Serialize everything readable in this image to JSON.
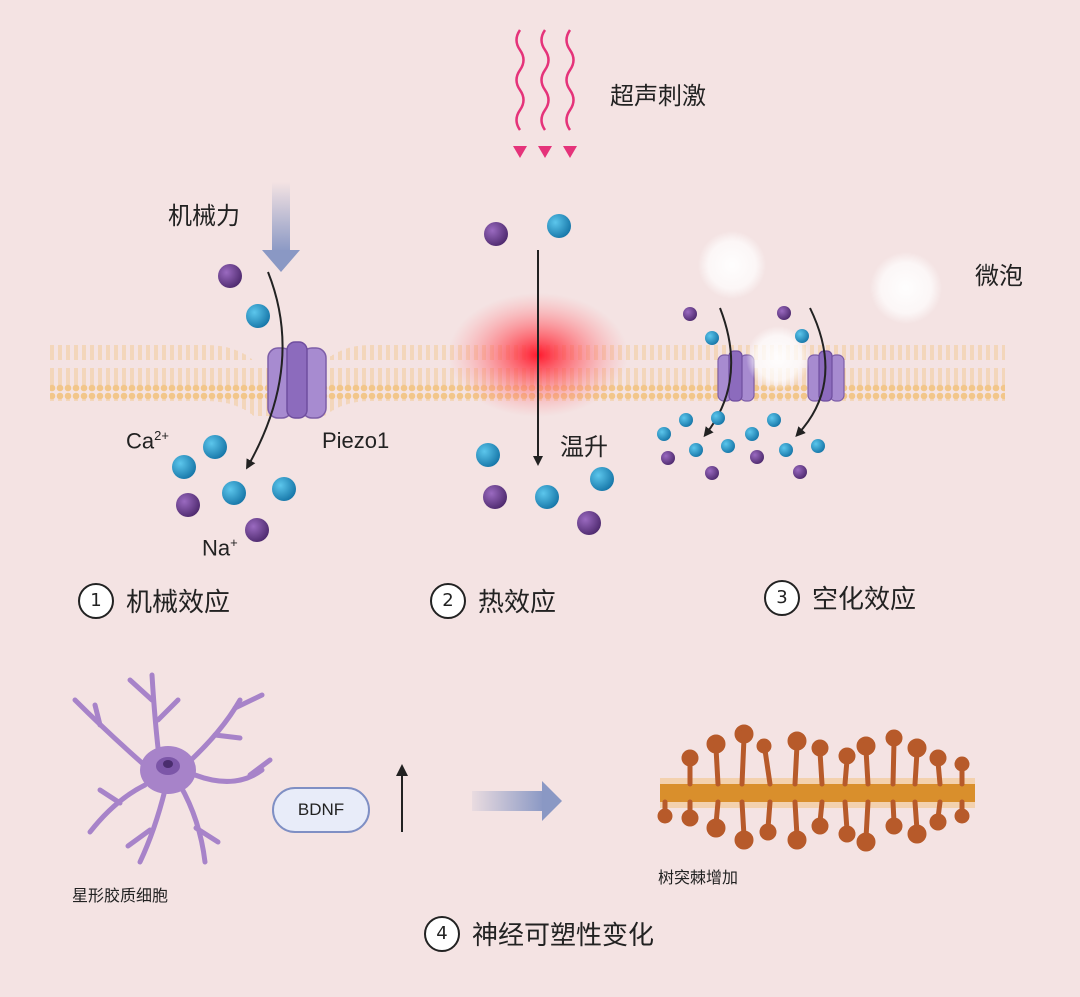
{
  "labels": {
    "ultrasound": "超声刺激",
    "mechanical_force": "机械力",
    "microbubble": "微泡",
    "ca_ion": "Ca",
    "ca_charge": "2+",
    "na_ion": "Na",
    "na_charge": "+",
    "piezo": "Piezo1",
    "temperature_rise": "温升",
    "astrocyte": "星形胶质细胞",
    "bdnf": "BDNF",
    "spine_increase": "树突棘增加"
  },
  "steps": [
    {
      "num": "1",
      "text": "机械效应"
    },
    {
      "num": "2",
      "text": "热效应"
    },
    {
      "num": "3",
      "text": "空化效应"
    },
    {
      "num": "4",
      "text": "神经可塑性变化"
    }
  ],
  "colors": {
    "background": "#f4e3e3",
    "purple_ion": "#6a3d8c",
    "blue_ion": "#1f94c8",
    "membrane": "#f2c68a",
    "channel": "#a78bd0",
    "ultrasound_wave": "#e5337a",
    "heat": "#ff2a3a",
    "arrow_blue": "#8a98c4",
    "dendrite_shaft": "#d98f2c",
    "spine": "#b75a2a",
    "astrocyte": "#a783c9"
  }
}
